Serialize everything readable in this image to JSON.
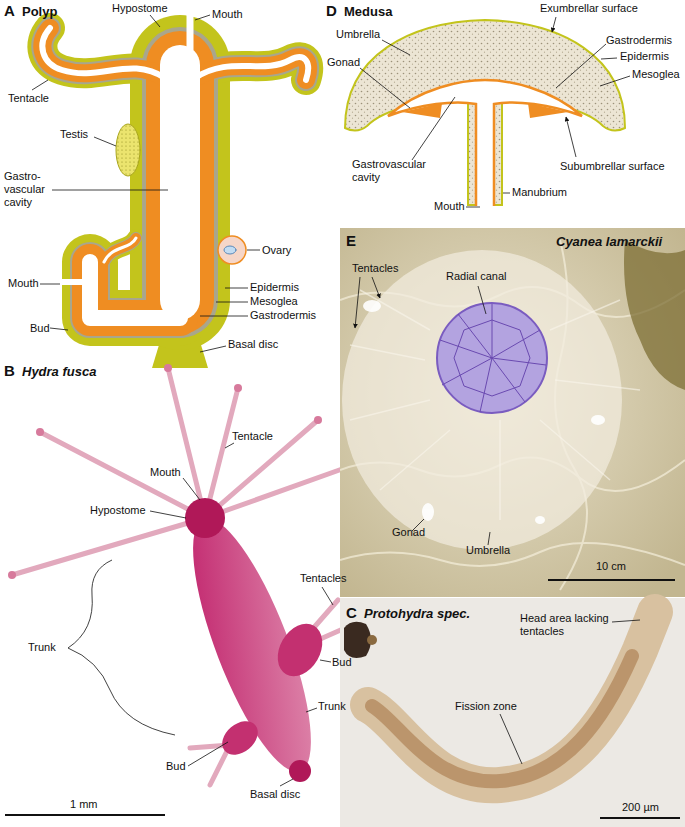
{
  "diagram": {
    "labels": [
      "A",
      "Polyp",
      "Hypostome",
      "Mouth",
      "Tentacle",
      "Testis",
      "Gastro- vascular cavity",
      "Mouth",
      "Ovary",
      "Epidermis",
      "Mesoglea",
      "Gastrodermis",
      "Bud",
      "Basal disc",
      "B",
      "Hydra fusca",
      "Tentacle",
      "Hypostome",
      "Mouth",
      "Tentacles",
      "Trunk",
      "Bud",
      "Trunk",
      "Bud",
      "Basal disc",
      "1 mm",
      "C",
      "Protohydra spec.",
      "Head area lacking tentacles",
      "Fission zone",
      "200 µm",
      "D",
      "Medusa",
      "Exumbrellar surface",
      "Umbrella",
      "Gastrodermis",
      "Epidermis",
      "Mesoglea",
      "Gonad",
      "Gastrovascular cavity",
      "Subumbrellar surface",
      "Mouth",
      "Manubrium",
      "E",
      "Cyanea lamarckii",
      "Tentacles",
      "Radial canal",
      "Gonad",
      "Umbrella",
      "10 cm"
    ]
  }
}
